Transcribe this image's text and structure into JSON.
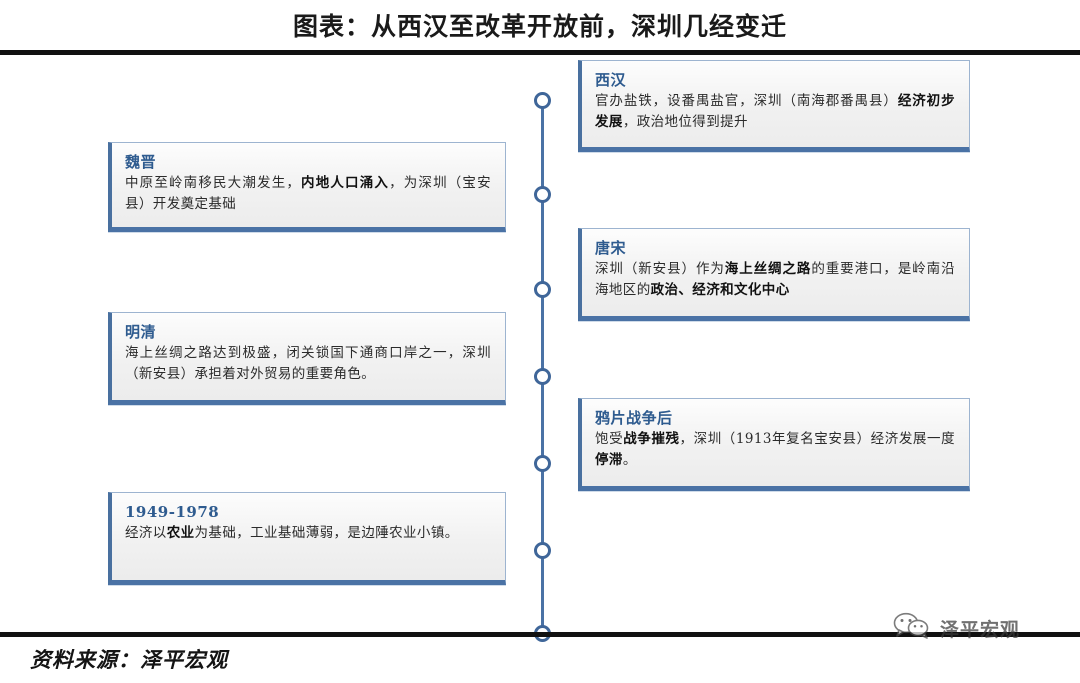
{
  "header": {
    "title": "图表：从西汉至改革开放前，深圳几经变迁"
  },
  "timeline": {
    "node_count": 6,
    "line_color": "#4a72a5",
    "node_fill": "#ffffff",
    "node_border": "#3f6699",
    "items": [
      {
        "id": "xihan",
        "side": "right",
        "heading": "西汉",
        "body_segments": [
          {
            "text": "官办盐铁，设番禺盐官，深圳（南海郡番禺县）",
            "bold": false
          },
          {
            "text": "经济初步发展",
            "bold": true
          },
          {
            "text": "，政治地位得到提升",
            "bold": false
          }
        ],
        "body_plain": "官办盐铁，设番禺盐官，深圳（南海郡番禺县）经济初步发展，政治地位得到提升"
      },
      {
        "id": "weijin",
        "side": "left",
        "heading": "魏晋",
        "body_segments": [
          {
            "text": "中原至岭南移民大潮发生，",
            "bold": false
          },
          {
            "text": "内地人口涌入",
            "bold": true
          },
          {
            "text": "，为深圳（宝安县）开发奠定基础",
            "bold": false
          }
        ],
        "body_plain": "中原至岭南移民大潮发生，内地人口涌入，为深圳（宝安县）开发奠定基础"
      },
      {
        "id": "tangsong",
        "side": "right",
        "heading": "唐宋",
        "body_segments": [
          {
            "text": "深圳（新安县）作为",
            "bold": false
          },
          {
            "text": "海上丝绸之路",
            "bold": true
          },
          {
            "text": "的重要港口，是岭南沿海地区的",
            "bold": false
          },
          {
            "text": "政治、经济和文化中心",
            "bold": true
          }
        ],
        "body_plain": "深圳（新安县）作为海上丝绸之路的重要港口，是岭南沿海地区的政治、经济和文化中心"
      },
      {
        "id": "mingqing",
        "side": "left",
        "heading": "明清",
        "body_segments": [
          {
            "text": "海上丝绸之路达到极盛，闭关锁国下通商口岸之一，深圳（新安县）承担着对外贸易的重要角色。",
            "bold": false
          }
        ],
        "body_plain": "海上丝绸之路达到极盛，闭关锁国下通商口岸之一，深圳（新安县）承担着对外贸易的重要角色。"
      },
      {
        "id": "yapian",
        "side": "right",
        "heading": "鸦片战争后",
        "body_segments": [
          {
            "text": "饱受",
            "bold": false
          },
          {
            "text": "战争摧残",
            "bold": true
          },
          {
            "text": "，深圳（1913年复名宝安县）经济发展一度",
            "bold": false
          },
          {
            "text": "停滞",
            "bold": true
          },
          {
            "text": "。",
            "bold": false
          }
        ],
        "body_plain": "饱受战争摧残，深圳（1913年复名宝安县）经济发展一度停滞。"
      },
      {
        "id": "modern",
        "side": "left",
        "heading": "1949-1978",
        "body_segments": [
          {
            "text": "经济以",
            "bold": false
          },
          {
            "text": "农业",
            "bold": true
          },
          {
            "text": "为基础，工业基础薄弱，是边陲农业小镇。",
            "bold": false
          }
        ],
        "body_plain": "经济以农业为基础，工业基础薄弱，是边陲农业小镇。"
      }
    ]
  },
  "footer": {
    "source": "资料来源：泽平宏观"
  },
  "watermark": {
    "text": "泽平宏观",
    "icon": "wechat-icon"
  },
  "colors": {
    "heading": "#2e5b8f",
    "box_border": "#9db4d0",
    "box_accent": "#4a72a5",
    "rule": "#111111",
    "body_text": "#2b2b2b"
  }
}
